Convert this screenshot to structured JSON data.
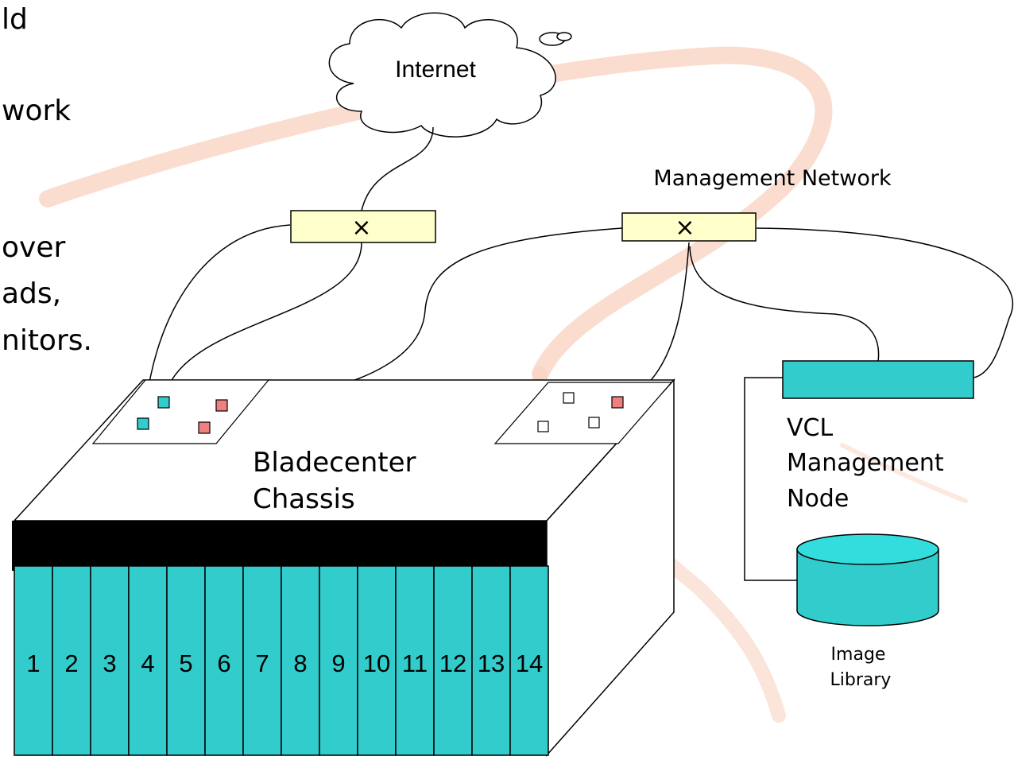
{
  "slide_text": {
    "line1": "ld",
    "line2": "work",
    "line3": "over",
    "line4": "ads,",
    "line5": "nitors."
  },
  "internet": {
    "label": "Internet"
  },
  "management_network": {
    "label": "Management Network"
  },
  "switches": {
    "public_symbol": "×",
    "management_symbol": "×"
  },
  "chassis": {
    "label_line1": "Bladecenter",
    "label_line2": "Chassis",
    "blades": [
      "1",
      "2",
      "3",
      "4",
      "5",
      "6",
      "7",
      "8",
      "9",
      "10",
      "11",
      "12",
      "13",
      "14"
    ],
    "colors": {
      "blade": "#33cccc",
      "bar": "#000000"
    }
  },
  "management_node": {
    "label_line1": "VCL",
    "label_line2": "Management",
    "label_line3": "Node"
  },
  "image_library": {
    "label_line1": "Image",
    "label_line2": "Library"
  },
  "colors": {
    "teal": "#33cccc",
    "port_red": "#f08080",
    "switch_fill": "#ffffcc",
    "cloud_fill": "#ffffff",
    "swoosh": "#f8cbb0"
  }
}
